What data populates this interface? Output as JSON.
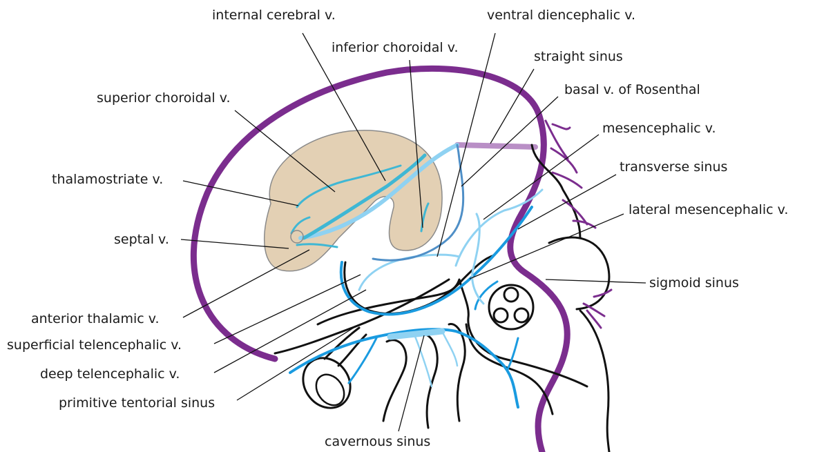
{
  "colors": {
    "sinus_purple": "#7b2d8e",
    "sinus_lilac": "#b98fc6",
    "vein_dark_blue": "#1a9be0",
    "vein_light_blue": "#8fd2f2",
    "vein_teal": "#3fb7d4",
    "vein_steel": "#4f8fc7",
    "thalamus_fill": "#e3d0b4",
    "outline": "#111111"
  },
  "labels": {
    "internal_cerebral": "internal cerebral v.",
    "ventral_diencephalic": "ventral diencephalic v.",
    "inferior_choroidal": "inferior choroidal v.",
    "straight_sinus": "straight sinus",
    "superior_choroidal": "superior choroidal v.",
    "basal_rosenthal": "basal v. of Rosenthal",
    "mesencephalic": "mesencephalic v.",
    "thalamostriate": "thalamostriate v.",
    "transverse_sinus": "transverse sinus",
    "lateral_mesencephalic": "lateral mesencephalic v.",
    "septal": "septal v.",
    "sigmoid_sinus": "sigmoid sinus",
    "anterior_thalamic": "anterior thalamic v.",
    "superficial_telencephalic": "superficial telencephalic v.",
    "deep_telencephalic": "deep telencephalic v.",
    "primitive_tentorial": "primitive tentorial sinus",
    "cavernous_sinus": "cavernous sinus"
  }
}
